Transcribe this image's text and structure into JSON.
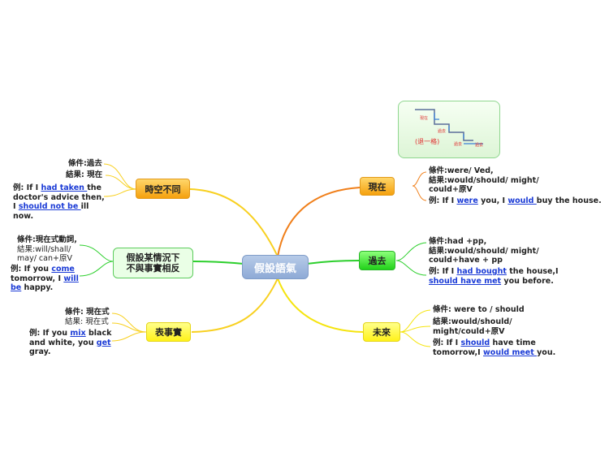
{
  "central": "假設語氣",
  "branches": {
    "present": {
      "label": "現在",
      "condition": "條件:were/ Ved,",
      "result_1": "結果:would/should/ might/",
      "result_2": "could+原V",
      "ex_a": "例: If I ",
      "ex_b": "were",
      "ex_c": " you, I ",
      "ex_d": "would ",
      "ex_e": "buy the house."
    },
    "past": {
      "label": "過去",
      "condition": "條件:had +pp,",
      "result_1": "結果:would/should/ might/",
      "result_2": "could+have + pp",
      "ex_a": "例: If I ",
      "ex_b": "had bought",
      "ex_c": " the house,I",
      "ex_d": "should have met",
      "ex_e": " you before."
    },
    "future": {
      "label": "未來",
      "condition": "條件: were to / should",
      "result_1": "結果:would/should/",
      "result_2": "might/could+原V",
      "ex_a": "例: If I ",
      "ex_b": "should",
      "ex_c": " have time",
      "ex_d": "tomorrow,I ",
      "ex_e": "would meet ",
      "ex_f": "you."
    },
    "tense": {
      "label": "時空不同",
      "condition": "條件:過去",
      "result": "結果: 現在",
      "ex_a": "例: If I ",
      "ex_b": "had taken ",
      "ex_c": "the",
      "ex_d": "doctor's advice then,",
      "ex_e": "I ",
      "ex_f": "should not be ",
      "ex_g": "ill",
      "ex_h": "now."
    },
    "hypothesis": {
      "label_1": "假設某情況下",
      "label_2": "不與事實相反",
      "condition": "條件:現在式動詞,",
      "result_1": "結果:will/shall/",
      "result_2": "may/ can+原V",
      "ex_a": "例: If you ",
      "ex_b": "come",
      "ex_c": "tomorrow, I ",
      "ex_d": "will",
      "ex_e": "be",
      "ex_f": " happy."
    },
    "fact": {
      "label": "表事實",
      "condition": "條件: 現在式",
      "result": "結果: 現在式",
      "ex_a": "例: If you ",
      "ex_b": "mix",
      "ex_c": " black",
      "ex_d": "and white, you ",
      "ex_e": "get",
      "ex_f": "gray."
    }
  },
  "image": {
    "caption": "(退一格)",
    "step_1": "現在",
    "step_2": "過去",
    "step_3": "過去",
    "step_4": "過去"
  }
}
